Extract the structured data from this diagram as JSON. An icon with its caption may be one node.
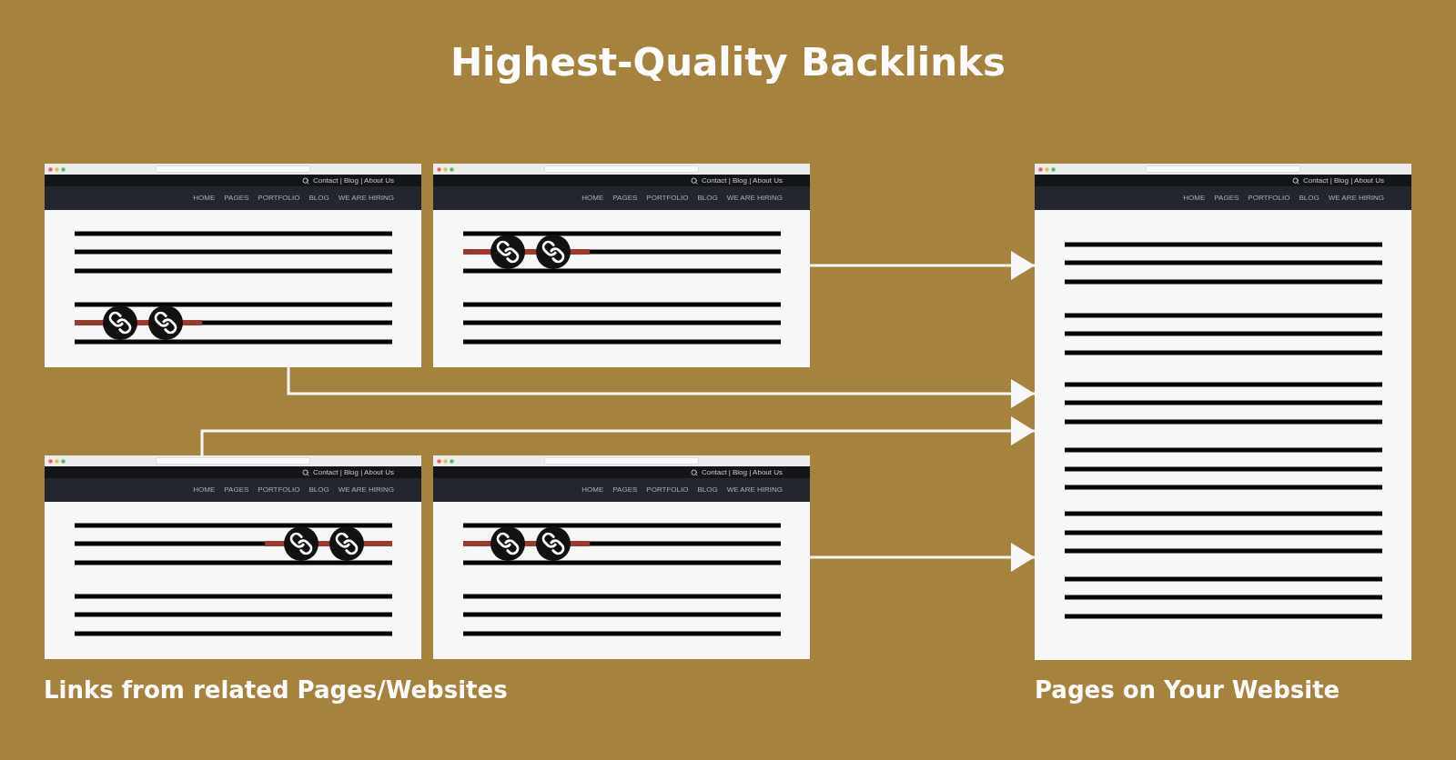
{
  "diagram": {
    "title": "Highest-Quality Backlinks",
    "nodes": [
      {
        "text": [
          "Contact | Blog | About Us",
          "HOME",
          "PAGES",
          "PORTFOLIO",
          "BLOG",
          "WE ARE HIRING"
        ]
      },
      {
        "text": [
          "Contact | Blog | About Us",
          "HOME",
          "PAGES",
          "PORTFOLIO",
          "BLOG",
          "WE ARE HIRING"
        ]
      },
      {
        "text": [
          "Contact | Blog | About Us",
          "HOME",
          "PAGES",
          "PORTFOLIO",
          "BLOG",
          "WE ARE HIRING"
        ],
        "beside": [
          "Pages on Your Website"
        ]
      },
      {
        "text": [
          "Contact | Blog | About Us",
          "HOME",
          "PAGES",
          "PORTFOLIO",
          "BLOG",
          "WE ARE HIRING"
        ]
      },
      {
        "text": [
          "Contact | Blog | About Us",
          "HOME",
          "PAGES",
          "PORTFOLIO",
          "BLOG",
          "WE ARE HIRING"
        ]
      }
    ],
    "edges": [
      {
        "from": 1,
        "to": 2,
        "arrow": "to"
      },
      {
        "from": 0,
        "to": 2,
        "arrow": "to"
      },
      {
        "from": 3,
        "to": 2,
        "arrow": "to"
      },
      {
        "from": 4,
        "to": 2,
        "arrow": "to"
      }
    ],
    "labels": [
      "Links from related Pages/Websites"
    ]
  }
}
